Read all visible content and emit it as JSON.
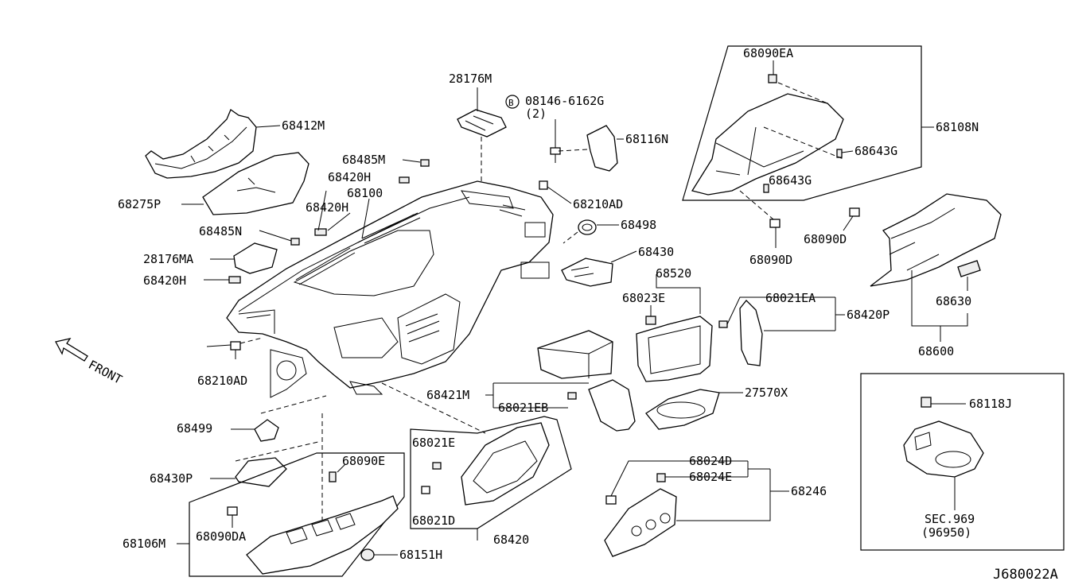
{
  "diagram": {
    "code": "J680022A",
    "direction_label": "FRONT",
    "labels": [
      {
        "id": "l-68412M",
        "text": "68412M"
      },
      {
        "id": "l-68275P",
        "text": "68275P"
      },
      {
        "id": "l-28176M",
        "text": "28176M"
      },
      {
        "id": "l-08146",
        "text": "08146-6162G"
      },
      {
        "id": "l-qty2",
        "text": "(2)"
      },
      {
        "id": "l-bolt-b",
        "text": "B"
      },
      {
        "id": "l-68116N",
        "text": "68116N"
      },
      {
        "id": "l-68485M",
        "text": "68485M"
      },
      {
        "id": "l-68420H-a",
        "text": "68420H"
      },
      {
        "id": "l-68100",
        "text": "68100"
      },
      {
        "id": "l-68210AD-a",
        "text": "68210AD"
      },
      {
        "id": "l-68420H-b",
        "text": "68420H"
      },
      {
        "id": "l-68485N",
        "text": "68485N"
      },
      {
        "id": "l-68498",
        "text": "68498"
      },
      {
        "id": "l-28176MA",
        "text": "28176MA"
      },
      {
        "id": "l-68430",
        "text": "68430"
      },
      {
        "id": "l-68420H-c",
        "text": "68420H"
      },
      {
        "id": "l-68520",
        "text": "68520"
      },
      {
        "id": "l-68023E",
        "text": "68023E"
      },
      {
        "id": "l-68021EA",
        "text": "68021EA"
      },
      {
        "id": "l-68420P",
        "text": "68420P"
      },
      {
        "id": "l-68210AD-b",
        "text": "68210AD"
      },
      {
        "id": "l-68421M",
        "text": "68421M"
      },
      {
        "id": "l-68021EB",
        "text": "68021EB"
      },
      {
        "id": "l-27570X",
        "text": "27570X"
      },
      {
        "id": "l-68499",
        "text": "68499"
      },
      {
        "id": "l-68021E",
        "text": "68021E"
      },
      {
        "id": "l-68430P",
        "text": "68430P"
      },
      {
        "id": "l-68090E",
        "text": "68090E"
      },
      {
        "id": "l-68021D",
        "text": "68021D"
      },
      {
        "id": "l-68420",
        "text": "68420"
      },
      {
        "id": "l-68106M",
        "text": "68106M"
      },
      {
        "id": "l-68090DA",
        "text": "68090DA"
      },
      {
        "id": "l-68151H",
        "text": "68151H"
      },
      {
        "id": "l-68024D",
        "text": "68024D"
      },
      {
        "id": "l-68024E",
        "text": "68024E"
      },
      {
        "id": "l-68246",
        "text": "68246"
      },
      {
        "id": "l-68090EA",
        "text": "68090EA"
      },
      {
        "id": "l-68108N",
        "text": "68108N"
      },
      {
        "id": "l-68643G-a",
        "text": "68643G"
      },
      {
        "id": "l-68643G-b",
        "text": "68643G"
      },
      {
        "id": "l-68090D-a",
        "text": "68090D"
      },
      {
        "id": "l-68090D-b",
        "text": "68090D"
      },
      {
        "id": "l-68630",
        "text": "68630"
      },
      {
        "id": "l-68600",
        "text": "68600"
      },
      {
        "id": "l-68118J",
        "text": "68118J"
      },
      {
        "id": "l-sec969",
        "text": "SEC.969"
      },
      {
        "id": "l-96950",
        "text": "(96950)"
      }
    ]
  }
}
